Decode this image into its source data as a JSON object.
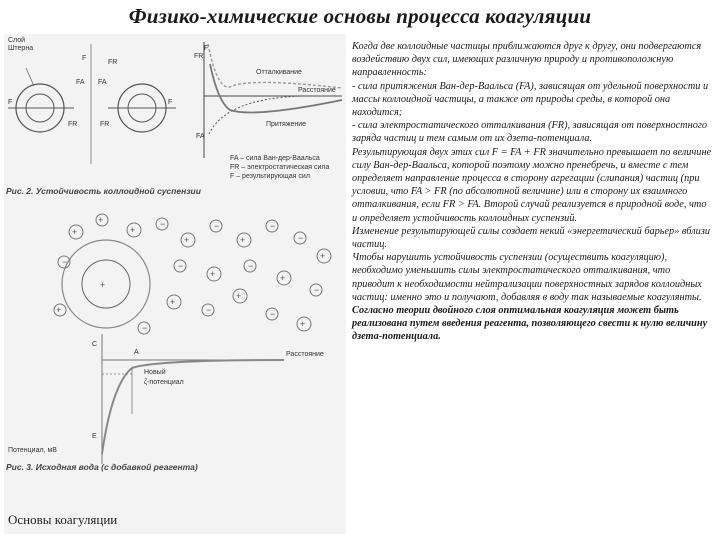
{
  "title": "Физико-химические основы процесса коагуляции",
  "footer": "Основы коагуляции",
  "figure1": {
    "caption": "Рис. 2. Устойчивость коллоидной суспензии",
    "label_layer": "Слой",
    "label_stern": "Штерна",
    "label_F": "F",
    "label_FR": "FR",
    "label_FA": "FA",
    "curve_repulsion": "Отталкивание",
    "curve_distance": "Расстояние",
    "curve_attraction": "Притяжение",
    "legend_1": "FA – сила Ван-дер-Ваальса",
    "legend_2": "FR – электростатическая сила",
    "legend_3": "F – результирующая сил"
  },
  "figure2": {
    "caption": "Рис. 3. Исходная вода (с добавкой реагента)",
    "axis_potential": "Потенциал, мВ",
    "axis_distance": "Расстояние",
    "label_C": "C",
    "label_E": "E",
    "label_A": "A",
    "label_new": "Новый",
    "label_zeta": "ζ-потенциал"
  },
  "paragraphs": [
    "Когда две коллоидные частицы приближаются друг к другу, они подвергаются воздействию двух сил, имеющих различную природу и противоположную направленность:",
    "- сила притяжения Ван-дер-Ваальса (FA), зависящая от удельной поверхности и массы коллоидной частицы, а также от природы среды, в которой она находится;",
    "- сила электростатического отталкивания (FR), зависящая от поверхностного заряда частиц и тем самым от их дзета-потенциала.",
    "Результирующая двух этих сил F = FA + FR значительно превышает по величине силу Ван-дер-Ваальса, которой поэтому можно пренебречь, и вместе с тем определяет направление процесса в сторону агрегации (слипания) частиц (при условии, что FA > FR (по абсолютной величине) или в сторону их взаимного отталкивания, если FR > FA. Второй случай реализуется в природной воде, что и определяет устойчивость коллоидных суспензий.",
    "Изменение результирующей силы создает некий «энергетический барьер» вблизи частиц.",
    "Чтобы нарушить устойчивость суспензии (осуществить коагуляцию), необходимо уменьшить силы электростатического отталкивания, что приводит к необходимости нейтрализации поверхностных зарядов коллоидных частиц: именно это и получают, добавляя в воду так называемые коагулянты."
  ],
  "bold_paragraph": "Согласно теории двойного слоя оптимальная коагуляция может быть реализована путем введения реагента, позволяющего свести к нулю величину дзета-потенциала.",
  "colors": {
    "background": "#cfe3ec",
    "figure_bg": "#f3f3f3",
    "curve": "#888888"
  }
}
